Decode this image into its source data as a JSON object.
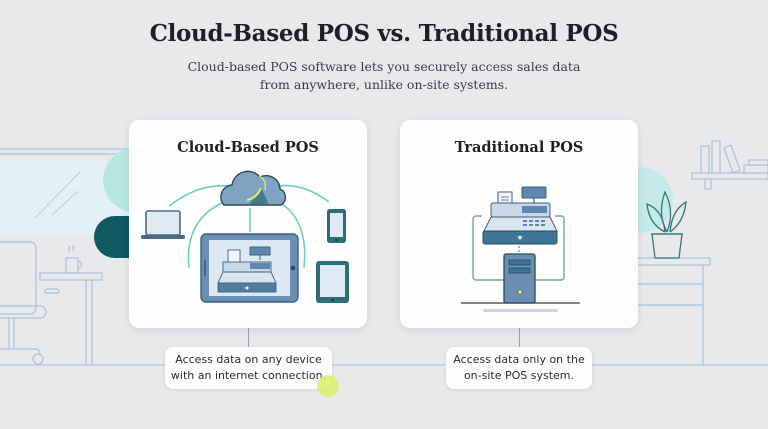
{
  "header": {
    "title": "Cloud-Based POS vs. Traditional POS",
    "subtitle_line1": "Cloud-based POS software lets you securely access sales data",
    "subtitle_line2": "from anywhere, unlike on-site systems."
  },
  "cards": [
    {
      "title": "Cloud-Based POS",
      "icons": [
        "cloud-icon",
        "laptop-icon",
        "smartphone-icon",
        "tablet-icon",
        "tablet-pos-register-icon"
      ],
      "callout_line1": "Access data on any device",
      "callout_line2": "with an internet connection."
    },
    {
      "title": "Traditional POS",
      "icons": [
        "cash-register-icon",
        "server-tower-icon"
      ],
      "callout_line1": "Access data only on the",
      "callout_line2": "on-site POS system."
    }
  ],
  "background": {
    "left_scene": [
      "window",
      "desk",
      "office-chair",
      "coffee-mug"
    ],
    "right_scene": [
      "bookshelf",
      "books",
      "potted-plant",
      "cabinet"
    ]
  },
  "colors": {
    "background": "#e9e9ec",
    "card": "#fdfdfd",
    "title_text": "#1f2024",
    "device_blue": "#5f87ad",
    "device_teal": "#2d6f78",
    "connection_teal": "#6fd0c0",
    "outline_dark": "#2b4a5a",
    "scene_line": "#a9c3da",
    "dark_teal_accent": "#0f5a60",
    "light_teal_accent": "#b8e6e3",
    "cursor_highlight": "#d9ef6a"
  }
}
